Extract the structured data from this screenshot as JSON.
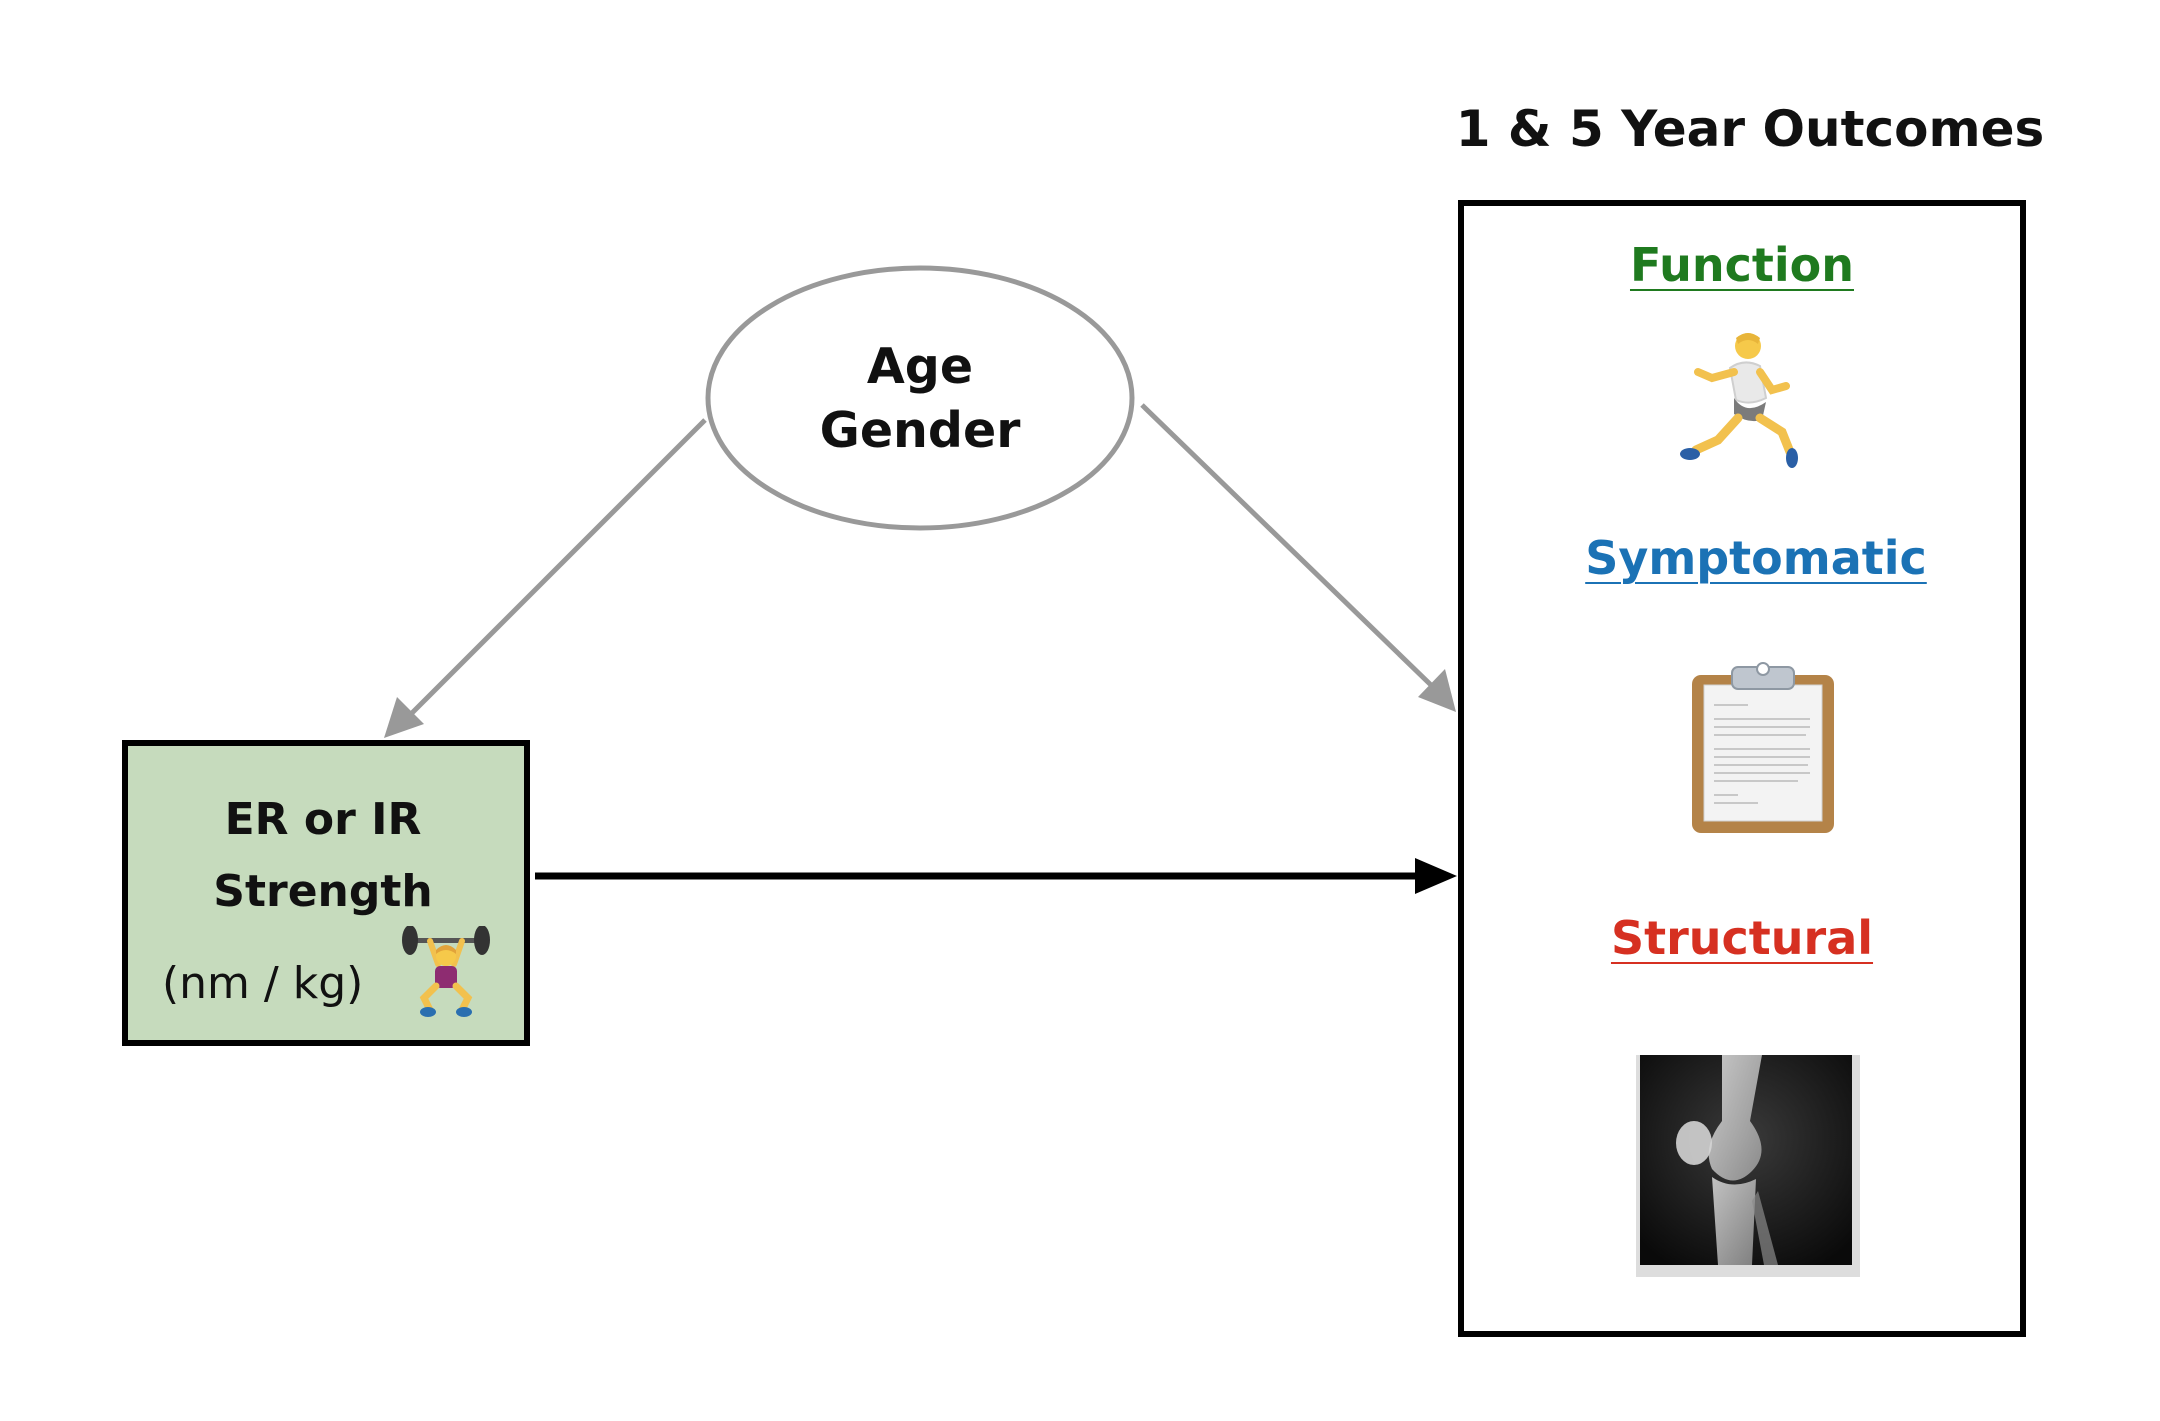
{
  "outcomes": {
    "title": "1 & 5 Year Outcomes",
    "function_label": "Function",
    "symptomatic_label": "Symptomatic",
    "structural_label": "Structural"
  },
  "confounders": {
    "line1": "Age",
    "line2": "Gender"
  },
  "predictor": {
    "line1": "ER or IR",
    "line2": "Strength",
    "unit": "(nm / kg)"
  },
  "icons": {
    "runner": "person-running-icon",
    "clipboard": "clipboard-icon",
    "xray": "knee-xray-image",
    "weightlifter": "weightlifter-icon"
  },
  "colors": {
    "function": "#1f7a1f",
    "symptomatic": "#1b72b5",
    "structural": "#d63021",
    "predictor_fill": "#c6dbbd",
    "confounder_arrows": "#999999",
    "main_arrow": "#000000"
  }
}
